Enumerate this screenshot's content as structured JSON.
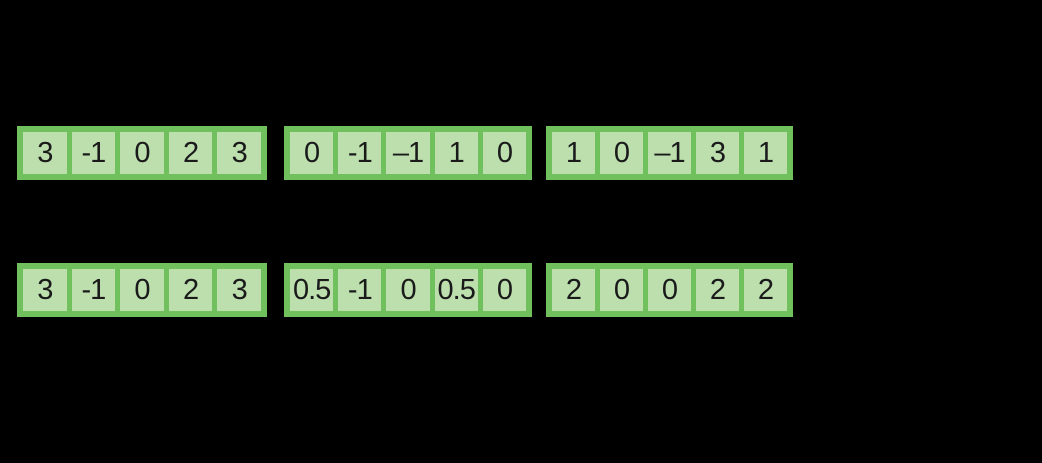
{
  "figure": {
    "colors": {
      "background": "#000000",
      "border": "#70C05E",
      "fill": "#BCDFAD",
      "text": "#1A1A1A"
    },
    "rows": [
      {
        "arrays": [
          {
            "cells": [
              "3",
              "-1",
              "0",
              "2",
              "3"
            ]
          },
          {
            "cells": [
              "0",
              "-1",
              "–1",
              "1",
              "0"
            ]
          },
          {
            "cells": [
              "1",
              "0",
              "–1",
              "3",
              "1"
            ]
          }
        ]
      },
      {
        "arrays": [
          {
            "cells": [
              "3",
              "-1",
              "0",
              "2",
              "3"
            ]
          },
          {
            "cells": [
              "0.5",
              "-1",
              "0",
              "0.5",
              "0"
            ]
          },
          {
            "cells": [
              "2",
              "0",
              "0",
              "2",
              "2"
            ]
          }
        ]
      }
    ]
  }
}
